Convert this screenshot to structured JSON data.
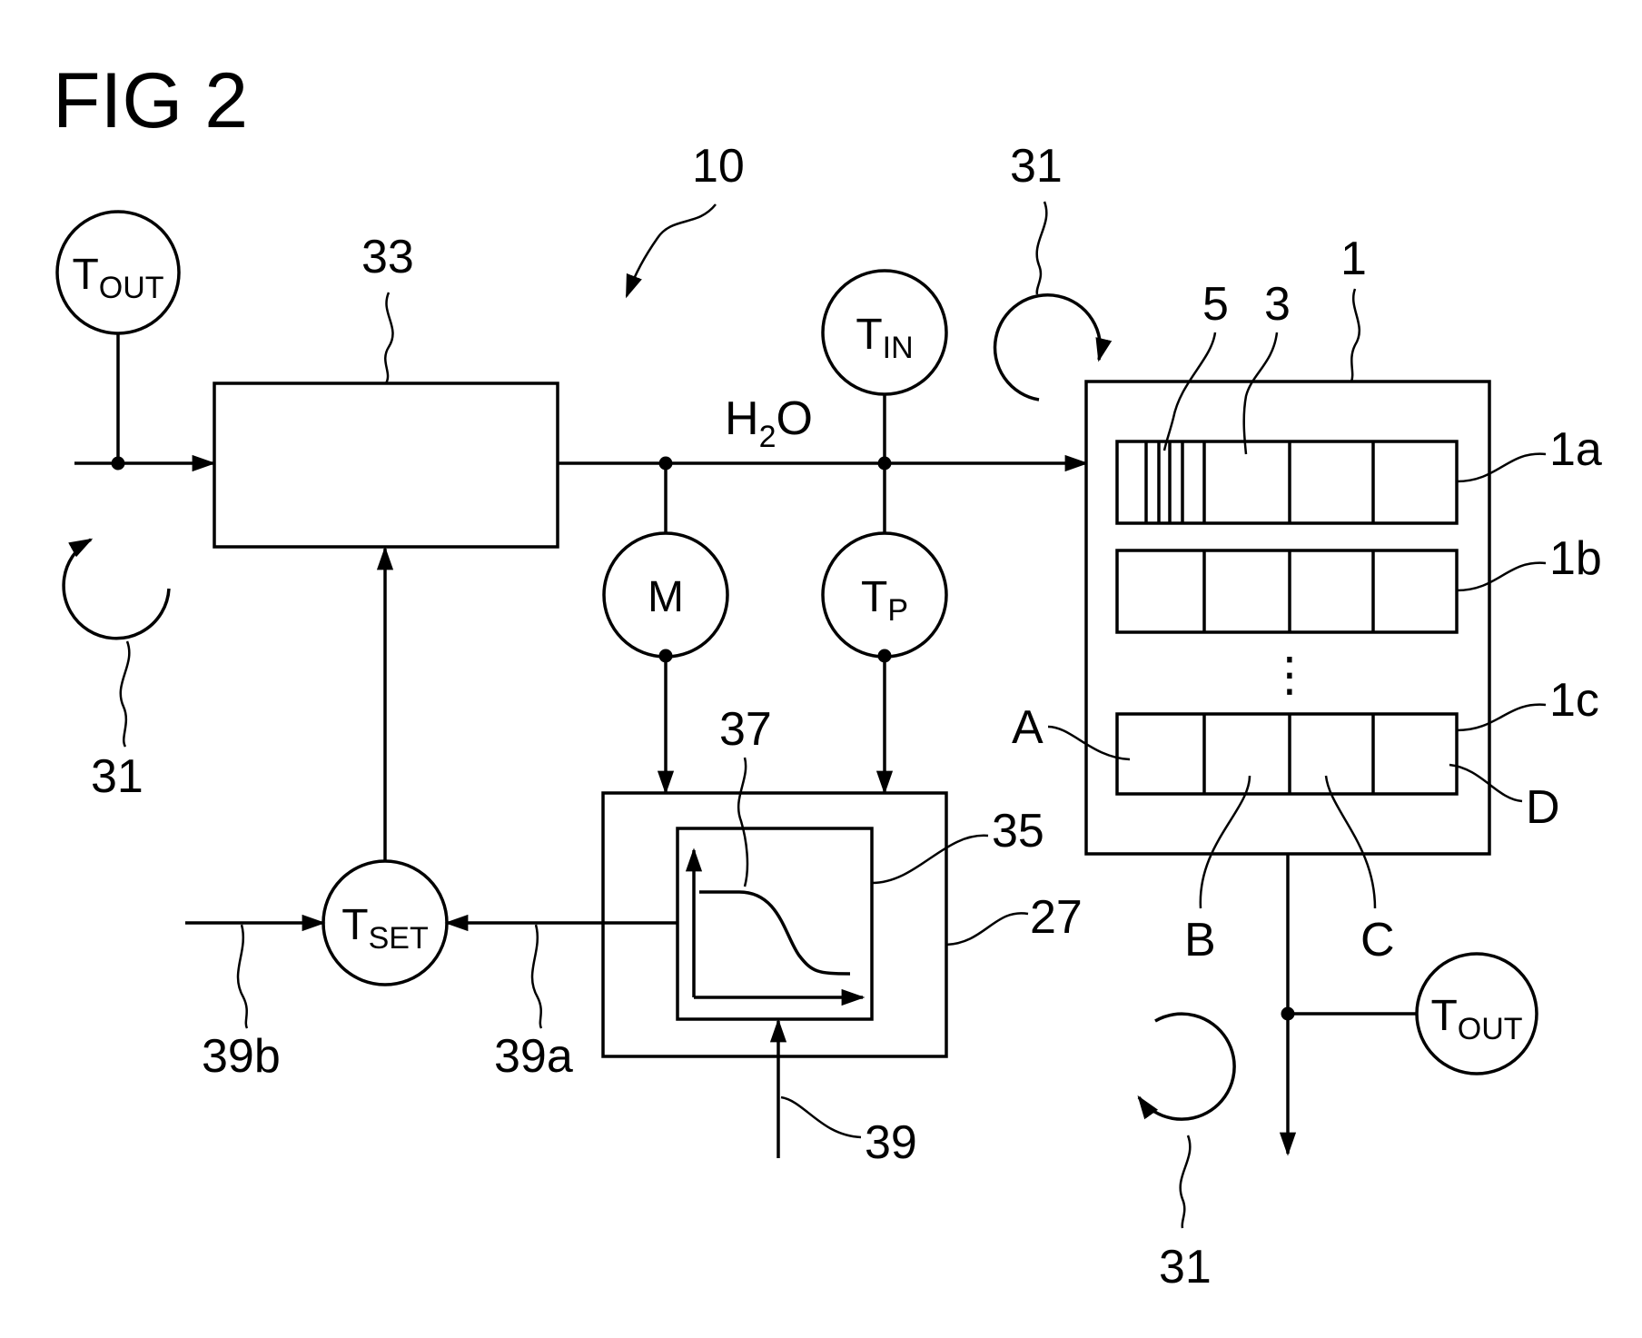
{
  "figure": {
    "title": "FIG 2"
  },
  "labels": {
    "system": "10",
    "controller": "33",
    "circulation_top": "31",
    "circulation_left": "31",
    "circulation_bottom": "31",
    "module": "1",
    "element_5": "5",
    "element_3": "3",
    "row_1a": "1a",
    "row_1b": "1b",
    "row_1c": "1c",
    "cell_a": "A",
    "cell_b": "B",
    "cell_c": "C",
    "cell_d": "D",
    "graph": "37",
    "inner_box": "35",
    "outer_box": "27",
    "signal_39": "39",
    "signal_39a": "39a",
    "signal_39b": "39b",
    "flow_h": "H",
    "flow_2": "2",
    "flow_o": "O",
    "row_ellipsis": "⋮"
  },
  "sensors": {
    "t_out_left": {
      "main": "T",
      "sub": "OUT"
    },
    "t_in": {
      "main": "T",
      "sub": "IN"
    },
    "t_p": {
      "main": "T",
      "sub": "P"
    },
    "m": {
      "main": "M"
    },
    "t_set": {
      "main": "T",
      "sub": "SET"
    },
    "t_out_right": {
      "main": "T",
      "sub": "OUT"
    }
  }
}
